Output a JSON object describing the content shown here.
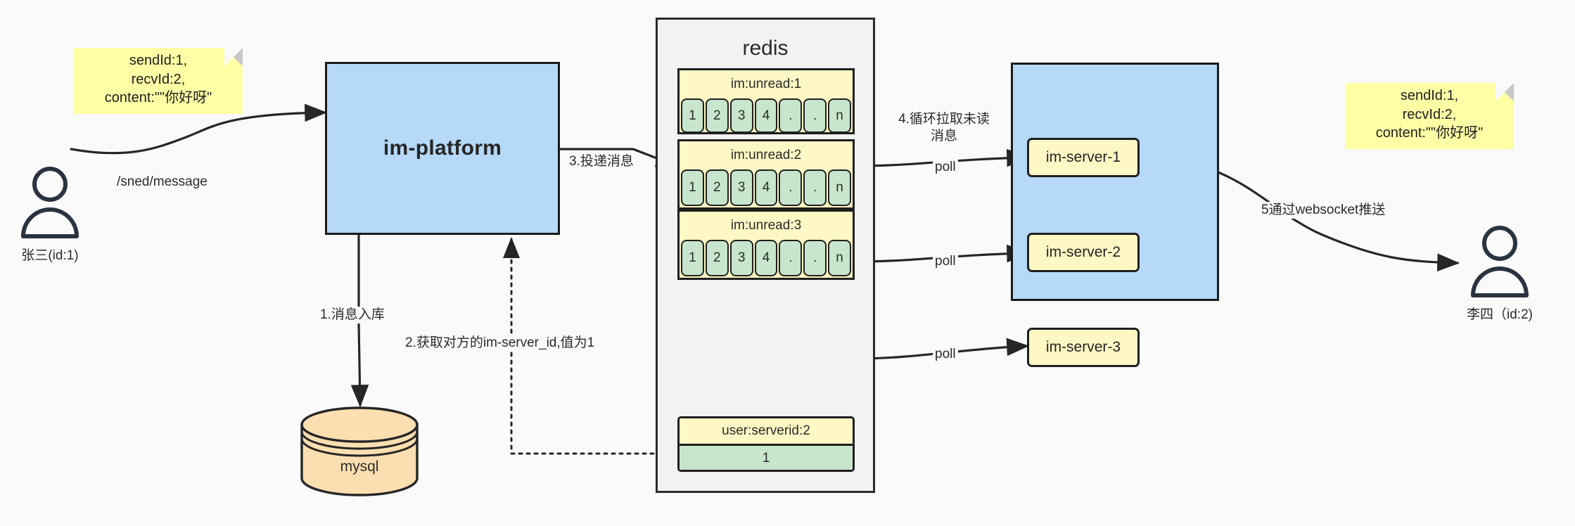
{
  "diagram": {
    "title": "IM message delivery architecture",
    "background": "#fafafa",
    "colors": {
      "sticky": "#ffffa6",
      "platform": "#b5d9f7",
      "redis_panel": "#f2f2f2",
      "queue_header": "#fff7c4",
      "queue_cell": "#c7e6cd",
      "db": "#fcdfb0",
      "stroke": "#1f1f1f"
    }
  },
  "notes": {
    "left": "sendId:1,\nrecvId:2,\ncontent:\"\"你好呀\"",
    "right": "sendId:1,\nrecvId:2,\ncontent:\"\"你好呀\""
  },
  "actors": {
    "sender": {
      "label": "张三(id:1)",
      "icon": "user-icon"
    },
    "receiver": {
      "label": "李四（id:2)",
      "icon": "user-icon"
    }
  },
  "platform": {
    "label": "im-platform"
  },
  "database": {
    "label": "mysql",
    "icon": "database-cylinder-icon"
  },
  "redis": {
    "title": "redis",
    "queues": [
      {
        "key": "im:unread:1",
        "cells": [
          "1",
          "2",
          "3",
          "4",
          ".",
          ".",
          "n"
        ]
      },
      {
        "key": "im:unread:2",
        "cells": [
          "1",
          "2",
          "3",
          "4",
          ".",
          ".",
          "n"
        ]
      },
      {
        "key": "im:unread:3",
        "cells": [
          "1",
          "2",
          "3",
          "4",
          ".",
          ".",
          "n"
        ]
      }
    ],
    "kv": {
      "key": "user:serverid:2",
      "value": "1"
    }
  },
  "servers": {
    "items": [
      {
        "label": "im-server-1"
      },
      {
        "label": "im-server-2"
      },
      {
        "label": "im-server-3"
      }
    ]
  },
  "edges": {
    "send_message": "/sned/message",
    "step1": "1.消息入库",
    "step2": "2.获取对方的im-server_id,值为1",
    "step3": "3.投递消息",
    "step4": "4.循环拉取未读消息",
    "poll1": "poll",
    "poll2": "poll",
    "poll3": "poll",
    "step5": "5通过websocket推送"
  }
}
